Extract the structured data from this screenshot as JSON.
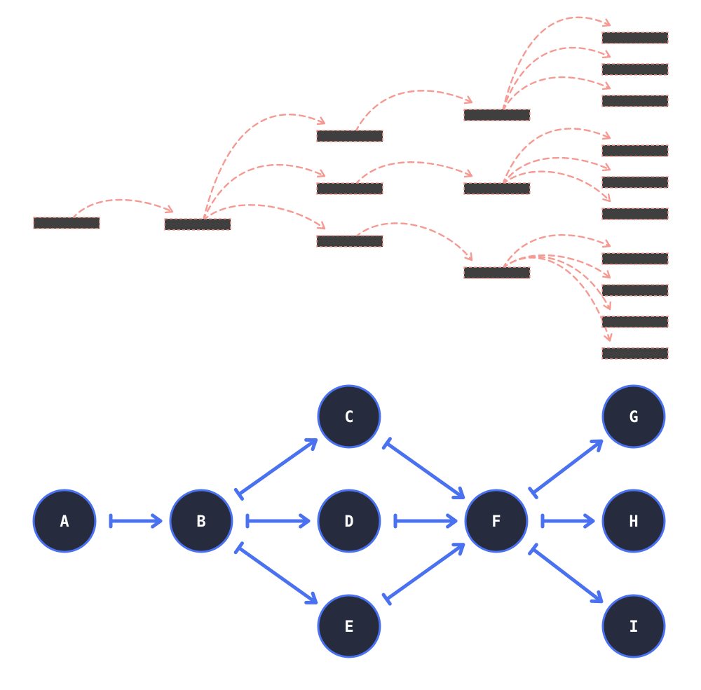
{
  "colors": {
    "background": "#ffffff",
    "bar": "#3f3f3f",
    "bar_outline": "#f59a92",
    "dashed_link": "#f59a92",
    "node_fill": "#262c3e",
    "node_stroke": "#4a72f0",
    "node_text": "#ffffff",
    "edge": "#4a72f0"
  },
  "top_tree": {
    "nodes": [
      "n0",
      "n1",
      "n2a",
      "n2b",
      "n2c",
      "n3a",
      "n3b",
      "n3c",
      "l1",
      "l2",
      "l3",
      "l4",
      "l5",
      "l6",
      "l7",
      "l8",
      "l9",
      "l10"
    ],
    "links": [
      [
        "n0",
        "n1"
      ],
      [
        "n1",
        "n2a"
      ],
      [
        "n1",
        "n2b"
      ],
      [
        "n1",
        "n2c"
      ],
      [
        "n2a",
        "n3a"
      ],
      [
        "n2b",
        "n3b"
      ],
      [
        "n2c",
        "n3c"
      ],
      [
        "n3a",
        "l1"
      ],
      [
        "n3a",
        "l2"
      ],
      [
        "n3a",
        "l3"
      ],
      [
        "n3b",
        "l4"
      ],
      [
        "n3b",
        "l5"
      ],
      [
        "n3b",
        "l6"
      ],
      [
        "n3c",
        "l7"
      ],
      [
        "n3c",
        "l8"
      ],
      [
        "n3c",
        "l9"
      ],
      [
        "n3c",
        "l10"
      ]
    ]
  },
  "graph": {
    "nodes": [
      {
        "id": "A",
        "label": "A"
      },
      {
        "id": "B",
        "label": "B"
      },
      {
        "id": "C",
        "label": "C"
      },
      {
        "id": "D",
        "label": "D"
      },
      {
        "id": "E",
        "label": "E"
      },
      {
        "id": "F",
        "label": "F"
      },
      {
        "id": "G",
        "label": "G"
      },
      {
        "id": "H",
        "label": "H"
      },
      {
        "id": "I",
        "label": "I"
      }
    ],
    "edges": [
      {
        "from": "A",
        "to": "B"
      },
      {
        "from": "B",
        "to": "C"
      },
      {
        "from": "B",
        "to": "D"
      },
      {
        "from": "B",
        "to": "E"
      },
      {
        "from": "C",
        "to": "F"
      },
      {
        "from": "D",
        "to": "F"
      },
      {
        "from": "E",
        "to": "F"
      },
      {
        "from": "F",
        "to": "G"
      },
      {
        "from": "F",
        "to": "H"
      },
      {
        "from": "F",
        "to": "I"
      }
    ]
  }
}
